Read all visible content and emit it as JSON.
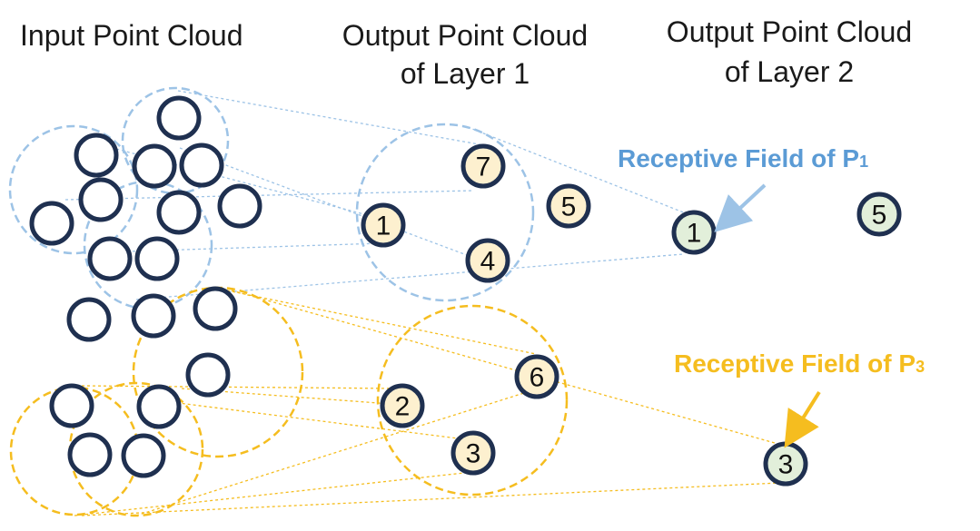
{
  "headers": {
    "input": "Input Point Cloud",
    "layer1_line1": "Output Point Cloud",
    "layer1_line2": "of Layer 1",
    "layer2_line1": "Output Point Cloud",
    "layer2_line2": "of Layer 2"
  },
  "layer1_points": {
    "p1": "1",
    "p2": "2",
    "p3": "3",
    "p4": "4",
    "p5": "5",
    "p6": "6",
    "p7": "7"
  },
  "layer2_points": {
    "p1": "1",
    "p3": "3",
    "p5": "5"
  },
  "annotations": {
    "rf_p1_text": "Receptive Field of P",
    "rf_p1_sub": "1",
    "rf_p3_text": "Receptive Field of P",
    "rf_p3_sub": "3"
  },
  "colors": {
    "blue": "#9dc3e6",
    "blue_text": "#5b9bd5",
    "orange": "#f5bd1f",
    "node_outline": "#1f3050",
    "layer1_fill": "#fdf0cf",
    "layer2_fill": "#e2efda"
  }
}
